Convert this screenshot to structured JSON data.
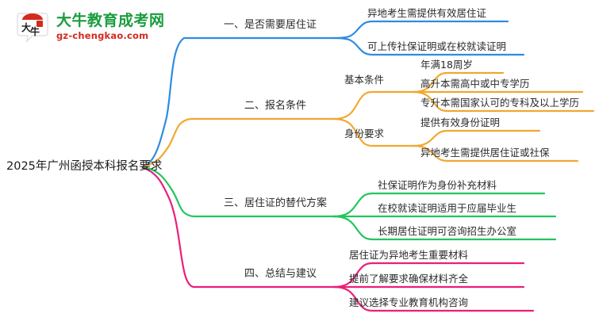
{
  "logo": {
    "mark_alt": "niu-logo-icon",
    "title": "大牛教育成考网",
    "url": "gz-chengkao.com",
    "title_color": "#1a9c3e",
    "url_color": "#d32a1e",
    "mark_color": "#d32a1e"
  },
  "colors": {
    "blue": "#2d8ce0",
    "orange": "#f0a830",
    "green": "#22c55e",
    "pink": "#ec1e79",
    "text": "#2b2b2b"
  },
  "mindmap": {
    "root": "2025年广州函授本科报名要求",
    "branches": [
      {
        "label": "一、是否需要居住证",
        "color": "#2d8ce0",
        "children": [
          {
            "label": "异地考生需提供有效居住证"
          },
          {
            "label": "可上传社保证明或在校就读证明"
          }
        ]
      },
      {
        "label": "二、报名条件",
        "color": "#f0a830",
        "groups": [
          {
            "label": "基本条件",
            "children": [
              {
                "label": "年满18周岁"
              },
              {
                "label": "高升本需高中或中专学历"
              },
              {
                "label": "专升本需国家认可的专科及以上学历"
              }
            ]
          },
          {
            "label": "身份要求",
            "children": [
              {
                "label": "提供有效身份证明"
              },
              {
                "label": "异地考生需提供居住证或社保"
              }
            ]
          }
        ]
      },
      {
        "label": "三、居住证的替代方案",
        "color": "#22c55e",
        "children": [
          {
            "label": "社保证明作为身份补充材料"
          },
          {
            "label": "在校就读证明适用于应届毕业生"
          },
          {
            "label": "长期居住证明可咨询招生办公室"
          }
        ]
      },
      {
        "label": "四、总结与建议",
        "color": "#ec1e79",
        "children": [
          {
            "label": "居住证为异地考生重要材料"
          },
          {
            "label": "提前了解要求确保材料齐全"
          },
          {
            "label": "建议选择专业教育机构咨询"
          }
        ]
      }
    ]
  }
}
